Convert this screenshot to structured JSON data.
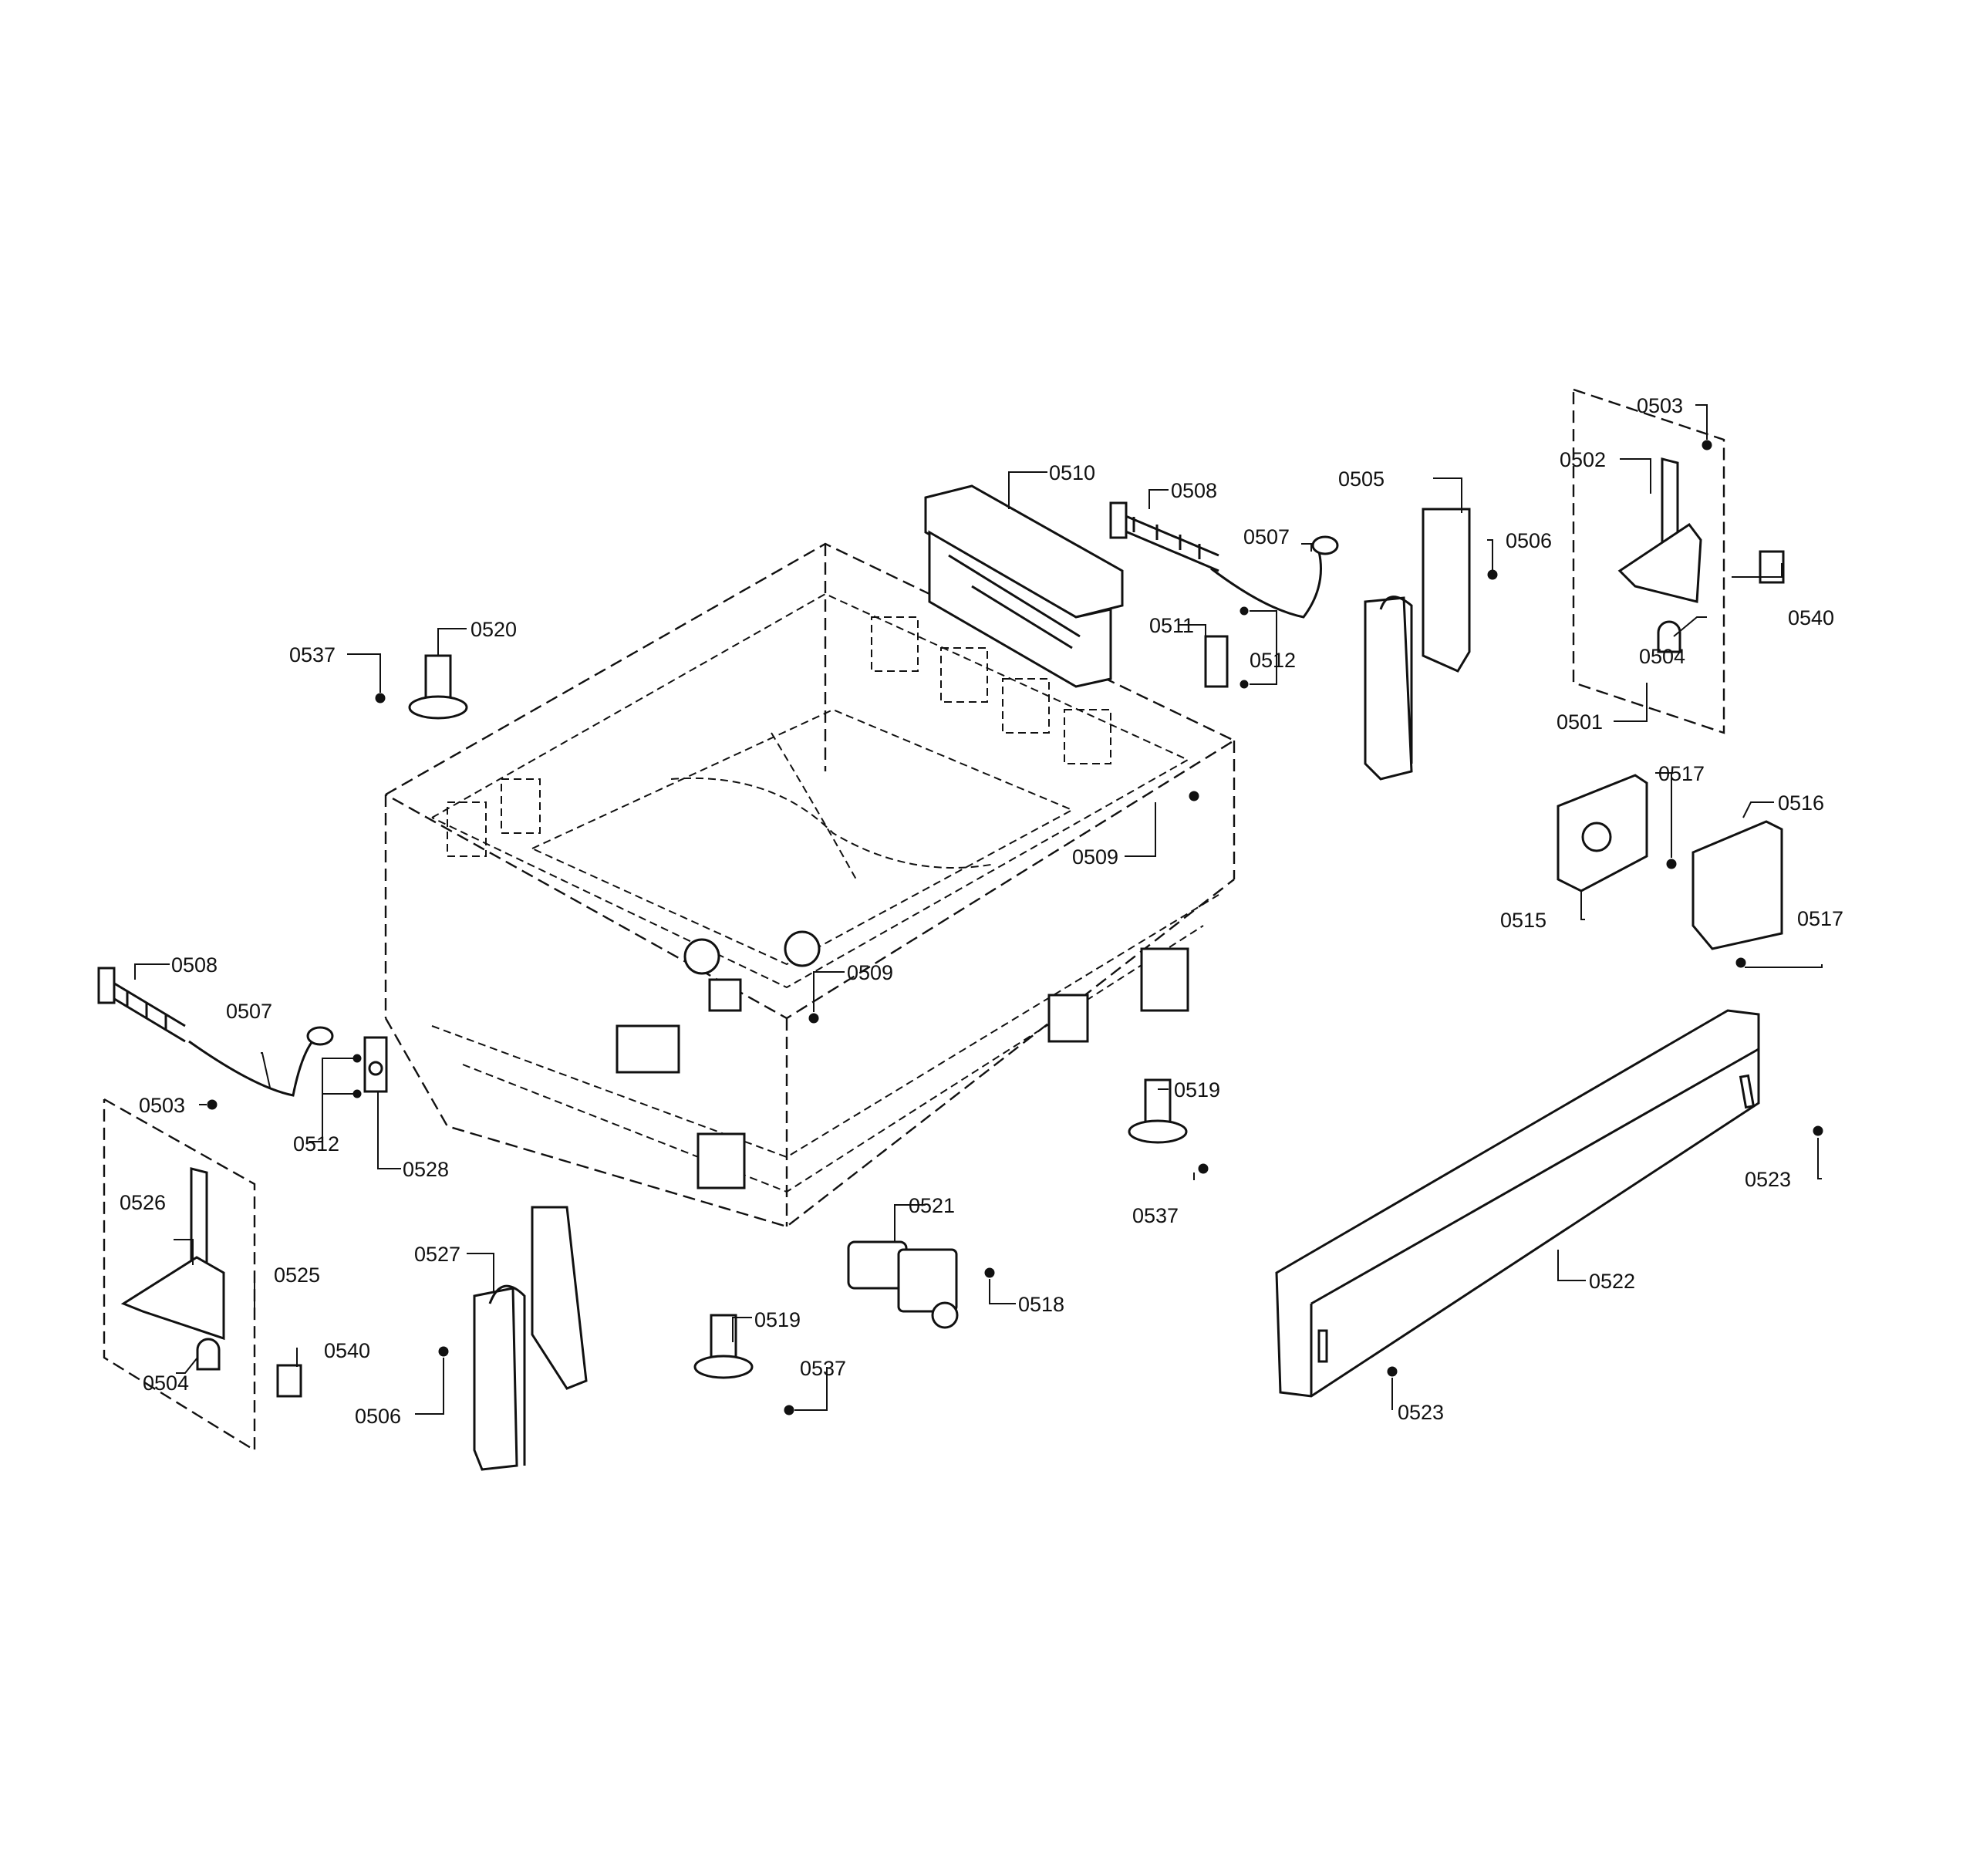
{
  "diagram": {
    "labels": {
      "l0501": "0501",
      "l0502": "0502",
      "l0503a": "0503",
      "l0503b": "0503",
      "l0504a": "0504",
      "l0504b": "0504",
      "l0505": "0505",
      "l0506a": "0506",
      "l0506b": "0506",
      "l0507a": "0507",
      "l0507b": "0507",
      "l0508a": "0508",
      "l0508b": "0508",
      "l0509a": "0509",
      "l0509b": "0509",
      "l0510": "0510",
      "l0511": "0511",
      "l0512a": "0512",
      "l0512b": "0512",
      "l0515": "0515",
      "l0516": "0516",
      "l0517a": "0517",
      "l0517b": "0517",
      "l0518": "0518",
      "l0519a": "0519",
      "l0519b": "0519",
      "l0520": "0520",
      "l0521": "0521",
      "l0522": "0522",
      "l0523a": "0523",
      "l0523b": "0523",
      "l0525": "0525",
      "l0526": "0526",
      "l0527": "0527",
      "l0528": "0528",
      "l0537a": "0537",
      "l0537b": "0537",
      "l0537c": "0537",
      "l0540a": "0540",
      "l0540b": "0540"
    }
  }
}
